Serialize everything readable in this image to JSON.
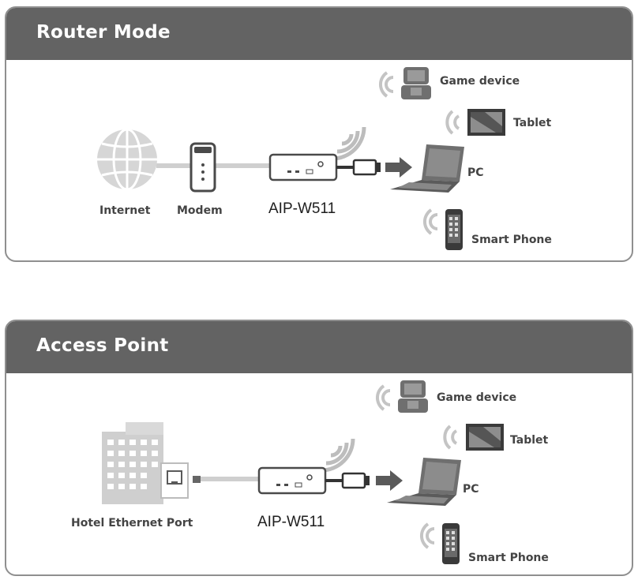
{
  "panels": [
    {
      "title": "Router Mode",
      "source_labels": [
        "Internet",
        "Modem"
      ],
      "model": "AIP-W511",
      "devices": {
        "game": "Game device",
        "tablet": "Tablet",
        "pc": "PC",
        "phone": "Smart Phone"
      }
    },
    {
      "title": "Access Point",
      "source_labels": [
        "Hotel Ethernet Port"
      ],
      "model": "AIP-W511",
      "devices": {
        "game": "Game device",
        "tablet": "Tablet",
        "pc": "PC",
        "phone": "Smart Phone"
      }
    }
  ],
  "icons": [
    "globe-icon",
    "modem-icon",
    "building-icon",
    "ethernet-port-icon",
    "wireless-adapter-icon",
    "usb-plug-icon",
    "arrow-icon",
    "laptop-icon",
    "game-device-icon",
    "tablet-icon",
    "smartphone-icon",
    "wifi-signal-icon"
  ],
  "colors": {
    "header": "#636363",
    "border": "#8f8f8f",
    "device": "#6f6f6f",
    "cable": "#cfcfcf"
  }
}
